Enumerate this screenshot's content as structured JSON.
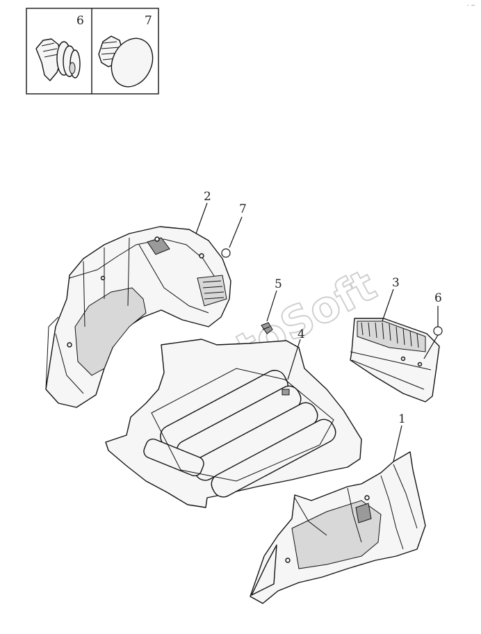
{
  "inset": {
    "left_label": "6",
    "right_label": "7"
  },
  "callouts": {
    "c1": "1",
    "c2": "2",
    "c3": "3",
    "c4": "4",
    "c5": "5",
    "c6": "6",
    "c7": "7"
  },
  "watermark": "AutoSoft",
  "corner_mark": "- ~"
}
